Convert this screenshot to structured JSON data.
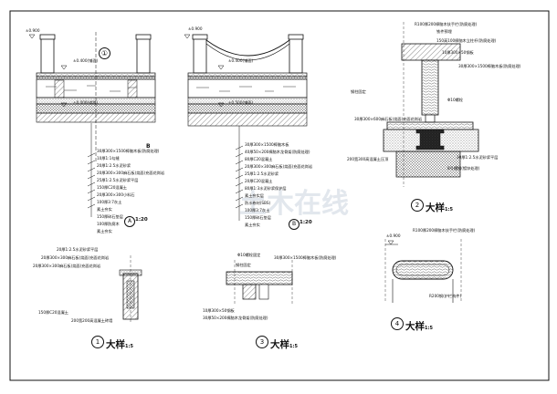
{
  "detail_A": {
    "level_top": "±0.900",
    "level_mid": "±0.400(铺面)",
    "level_low": "±0.000(道路)",
    "grid_1": "①",
    "grid_b": "B",
    "layers": [
      "30厚300×1500樟脑木板(防腐处理)",
      "10厚1:1勾缝",
      "20厚1:2.5水泥砂浆",
      "20厚300×300麻石板(烧面)充面花岗岩",
      "25厚1:2.5水泥砂浆平层",
      "150厚C20混凝土",
      "20厚300×300小料石",
      "100厚3:7灰土",
      "素土夯实",
      "150厚碎石垫层",
      "100厚防腐木",
      "素土夯实"
    ],
    "tag_letter": "A",
    "tag_scale": "1:20"
  },
  "detail_B": {
    "level_top": "±0.900",
    "level_mid": "±0.400(铺面)",
    "level_low": "±0.500(铺面)",
    "layers": [
      "30厚300×1500樟脑木板",
      "40厚50×200樟脑木龙骨架(防腐处理)",
      "80厚C20混凝土",
      "20厚300×300麻石板(烧面)充面花岗岩",
      "25厚1:2.5水泥砂浆",
      "20厚C20混凝土",
      "80厚1:3水泥砂浆保护层",
      "素土夯实层",
      "防水卷材(SBS)",
      "100厚3:7灰土",
      "150厚碎石垫层",
      "素土夯实"
    ],
    "tag_letter": "B",
    "tag_scale": "1:20"
  },
  "detail_2": {
    "top_labels": [
      "R100厚200樟脑木扶手栏(防腐处理)",
      "铁件预埋",
      "150高100樟脑木立柱杆(防腐处理)",
      "10厚300×50钢板",
      "30厚300×1500樟脑木板(防腐处理)"
    ],
    "side_labels": [
      "钢柱固定",
      "Φ10螺栓",
      "30厚300×600麻石板(烧面)充面花岗岩",
      "200宽300高混凝土压顶",
      "30厚1:2.5水泥砂浆平层",
      "8号槽钢(镀锌处理)"
    ],
    "number": "2",
    "title": "大样",
    "scale": "1:5"
  },
  "detail_4": {
    "level": "±0.900",
    "labels": [
      "R100厚200樟脑木扶手栏(防腐处理)",
      "R200钢(护栏构件)"
    ],
    "number": "4",
    "title": "大样",
    "scale": "1:5"
  },
  "detail_1": {
    "labels": [
      "20厚1:2.5水泥砂浆平层",
      "20厚300×300麻石板(烧面)充面花岗岩",
      "20厚300×300麻石板(烧面)充面花岗岩",
      "150厚C20混凝土",
      "200宽200高混凝土砖墙"
    ],
    "number": "1",
    "title": "大样",
    "scale": "1:5"
  },
  "detail_3": {
    "labels": [
      "Φ10螺栓固定",
      "钢柱固定",
      "30厚300×1500樟脑木板(防腐处理)",
      "10厚300×50钢板",
      "30厚50×200樟脑木龙骨架(防腐处理)"
    ],
    "number": "3",
    "title": "大样",
    "scale": "1:5"
  },
  "watermark": "土木在线"
}
